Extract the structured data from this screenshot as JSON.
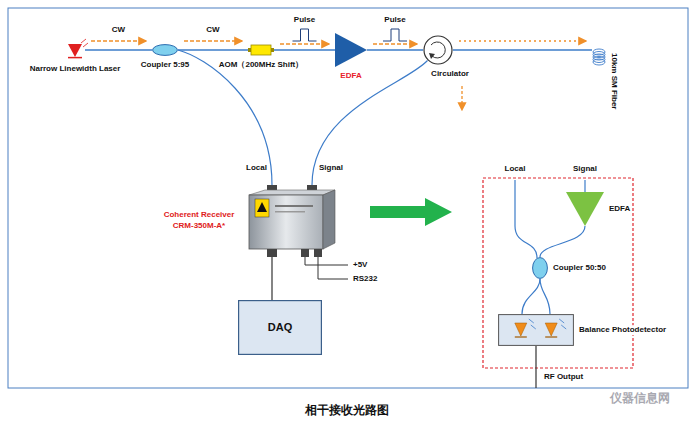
{
  "diagram": {
    "caption": "相干接收光路图",
    "nodes": [
      {
        "text": [
          "Narrow Linewidth Laser"
        ]
      },
      {
        "text": [
          "Coupler 5:95"
        ]
      },
      {
        "text": [
          "AOM（200MHz Shift）"
        ]
      },
      {
        "text": [
          "EDFA"
        ]
      },
      {
        "text": [
          "Circulator"
        ]
      },
      {
        "text": [
          "10km SM Fiber"
        ]
      },
      {
        "text": [
          "Coherent Receiver CRM-350M-A*"
        ]
      },
      {
        "text": [
          "DAQ"
        ]
      },
      {
        "text": [
          "EDFA"
        ]
      },
      {
        "text": [
          "Coupler 50:50"
        ]
      },
      {
        "text": [
          "Balance Photodetector"
        ]
      }
    ],
    "edges": [
      {
        "from": 0,
        "to": 1,
        "arrow": "to",
        "label": "CW"
      },
      {
        "from": 1,
        "to": 2,
        "arrow": "to",
        "label": "CW"
      },
      {
        "from": 2,
        "to": 3,
        "arrow": "to",
        "label": "Pulse"
      },
      {
        "from": 3,
        "to": 4,
        "arrow": "to",
        "label": "Pulse"
      },
      {
        "from": 4,
        "to": 5,
        "arrow": "to"
      },
      {
        "from": 1,
        "to": 6,
        "arrow": "none"
      },
      {
        "from": 4,
        "to": 6,
        "arrow": "none"
      },
      {
        "from": 6,
        "to": 7,
        "arrow": "none"
      },
      {
        "from": 8,
        "to": 9,
        "arrow": "none"
      },
      {
        "from": 9,
        "to": 10,
        "arrow": "none"
      }
    ],
    "labels": [
      "Local",
      "Signal",
      "+5V",
      "RS232",
      "Local",
      "Signal",
      "RF Output",
      "仪器信息网"
    ]
  }
}
